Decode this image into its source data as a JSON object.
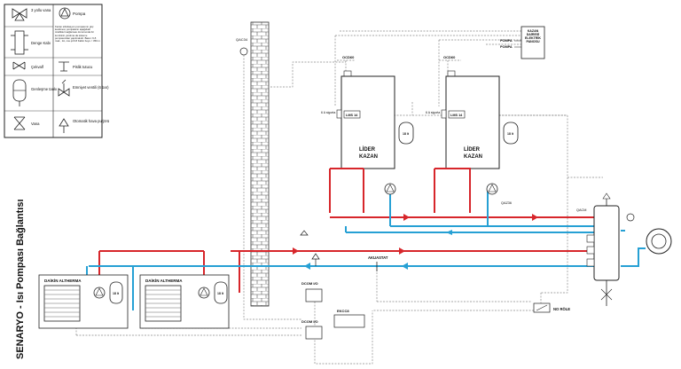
{
  "title": "SENARYO - Isı Pompası Bağlantısı",
  "legend": {
    "three_way_valve": "3 yollu vana",
    "pump": "Pompa",
    "expansion_tank": "Denge Kabı",
    "expansion_note": "Kazan sirkülasyon pompasının güç kesilmesi, pompaların aşağıdaki özellikleri sağlaması durumunda bir kombinin yardıma da sisteme pompasından yapılmalıdır. Basın: 6-5 mak., 1A, cos φ=0.8 Kabin boyu < 350 m",
    "check_valve": "Çekvalf",
    "dirt_collector": "Pislik tutucu",
    "expansion_vessel": "Genleşme tankı",
    "safety_valve": "Emniyet ventili (6 bar)",
    "valve": "Vana",
    "air_vent": "Otomatik hava purjörü"
  },
  "labels": {
    "qacm_top": "QAC34",
    "ocdm_1": "OCD60",
    "ocdm_2": "OCD60",
    "boiler_1_title": "LİDER",
    "boiler_1_sub": "KAZAN",
    "boiler_2_title": "LİDER",
    "boiler_2_sub": "KAZAN",
    "lms_1": "LMS 14",
    "lms_2": "LMS 14",
    "sensor_1": "6 A sigorta",
    "sensor_2": "6 A sigorta",
    "tank_small_1": "18 lt",
    "tank_small_2": "18 lt",
    "qaz_label": "QAZ36",
    "qacm_right": "QACM",
    "control_panel": "KAZAN DAİRESİ ELEKTRİK PANOSU",
    "pompa_1": "POMPA",
    "pompa_2": "POMPA",
    "akuastat": "AKUASTAT",
    "daikin_1": "DAİKİN ALTHERMA",
    "daikin_2": "DAİKİN ALTHERMA",
    "tank_hp_1": "18 lt",
    "tank_hp_2": "18 lt",
    "dcom_1": "DCOM I/O",
    "dcom_2": "DCOM I/O",
    "ekcc8": "EKCC8",
    "no_role": "NO RÖLE"
  },
  "colors": {
    "supply": "#d7262b",
    "return": "#26a0d4",
    "control": "#888888",
    "line": "#222222"
  }
}
